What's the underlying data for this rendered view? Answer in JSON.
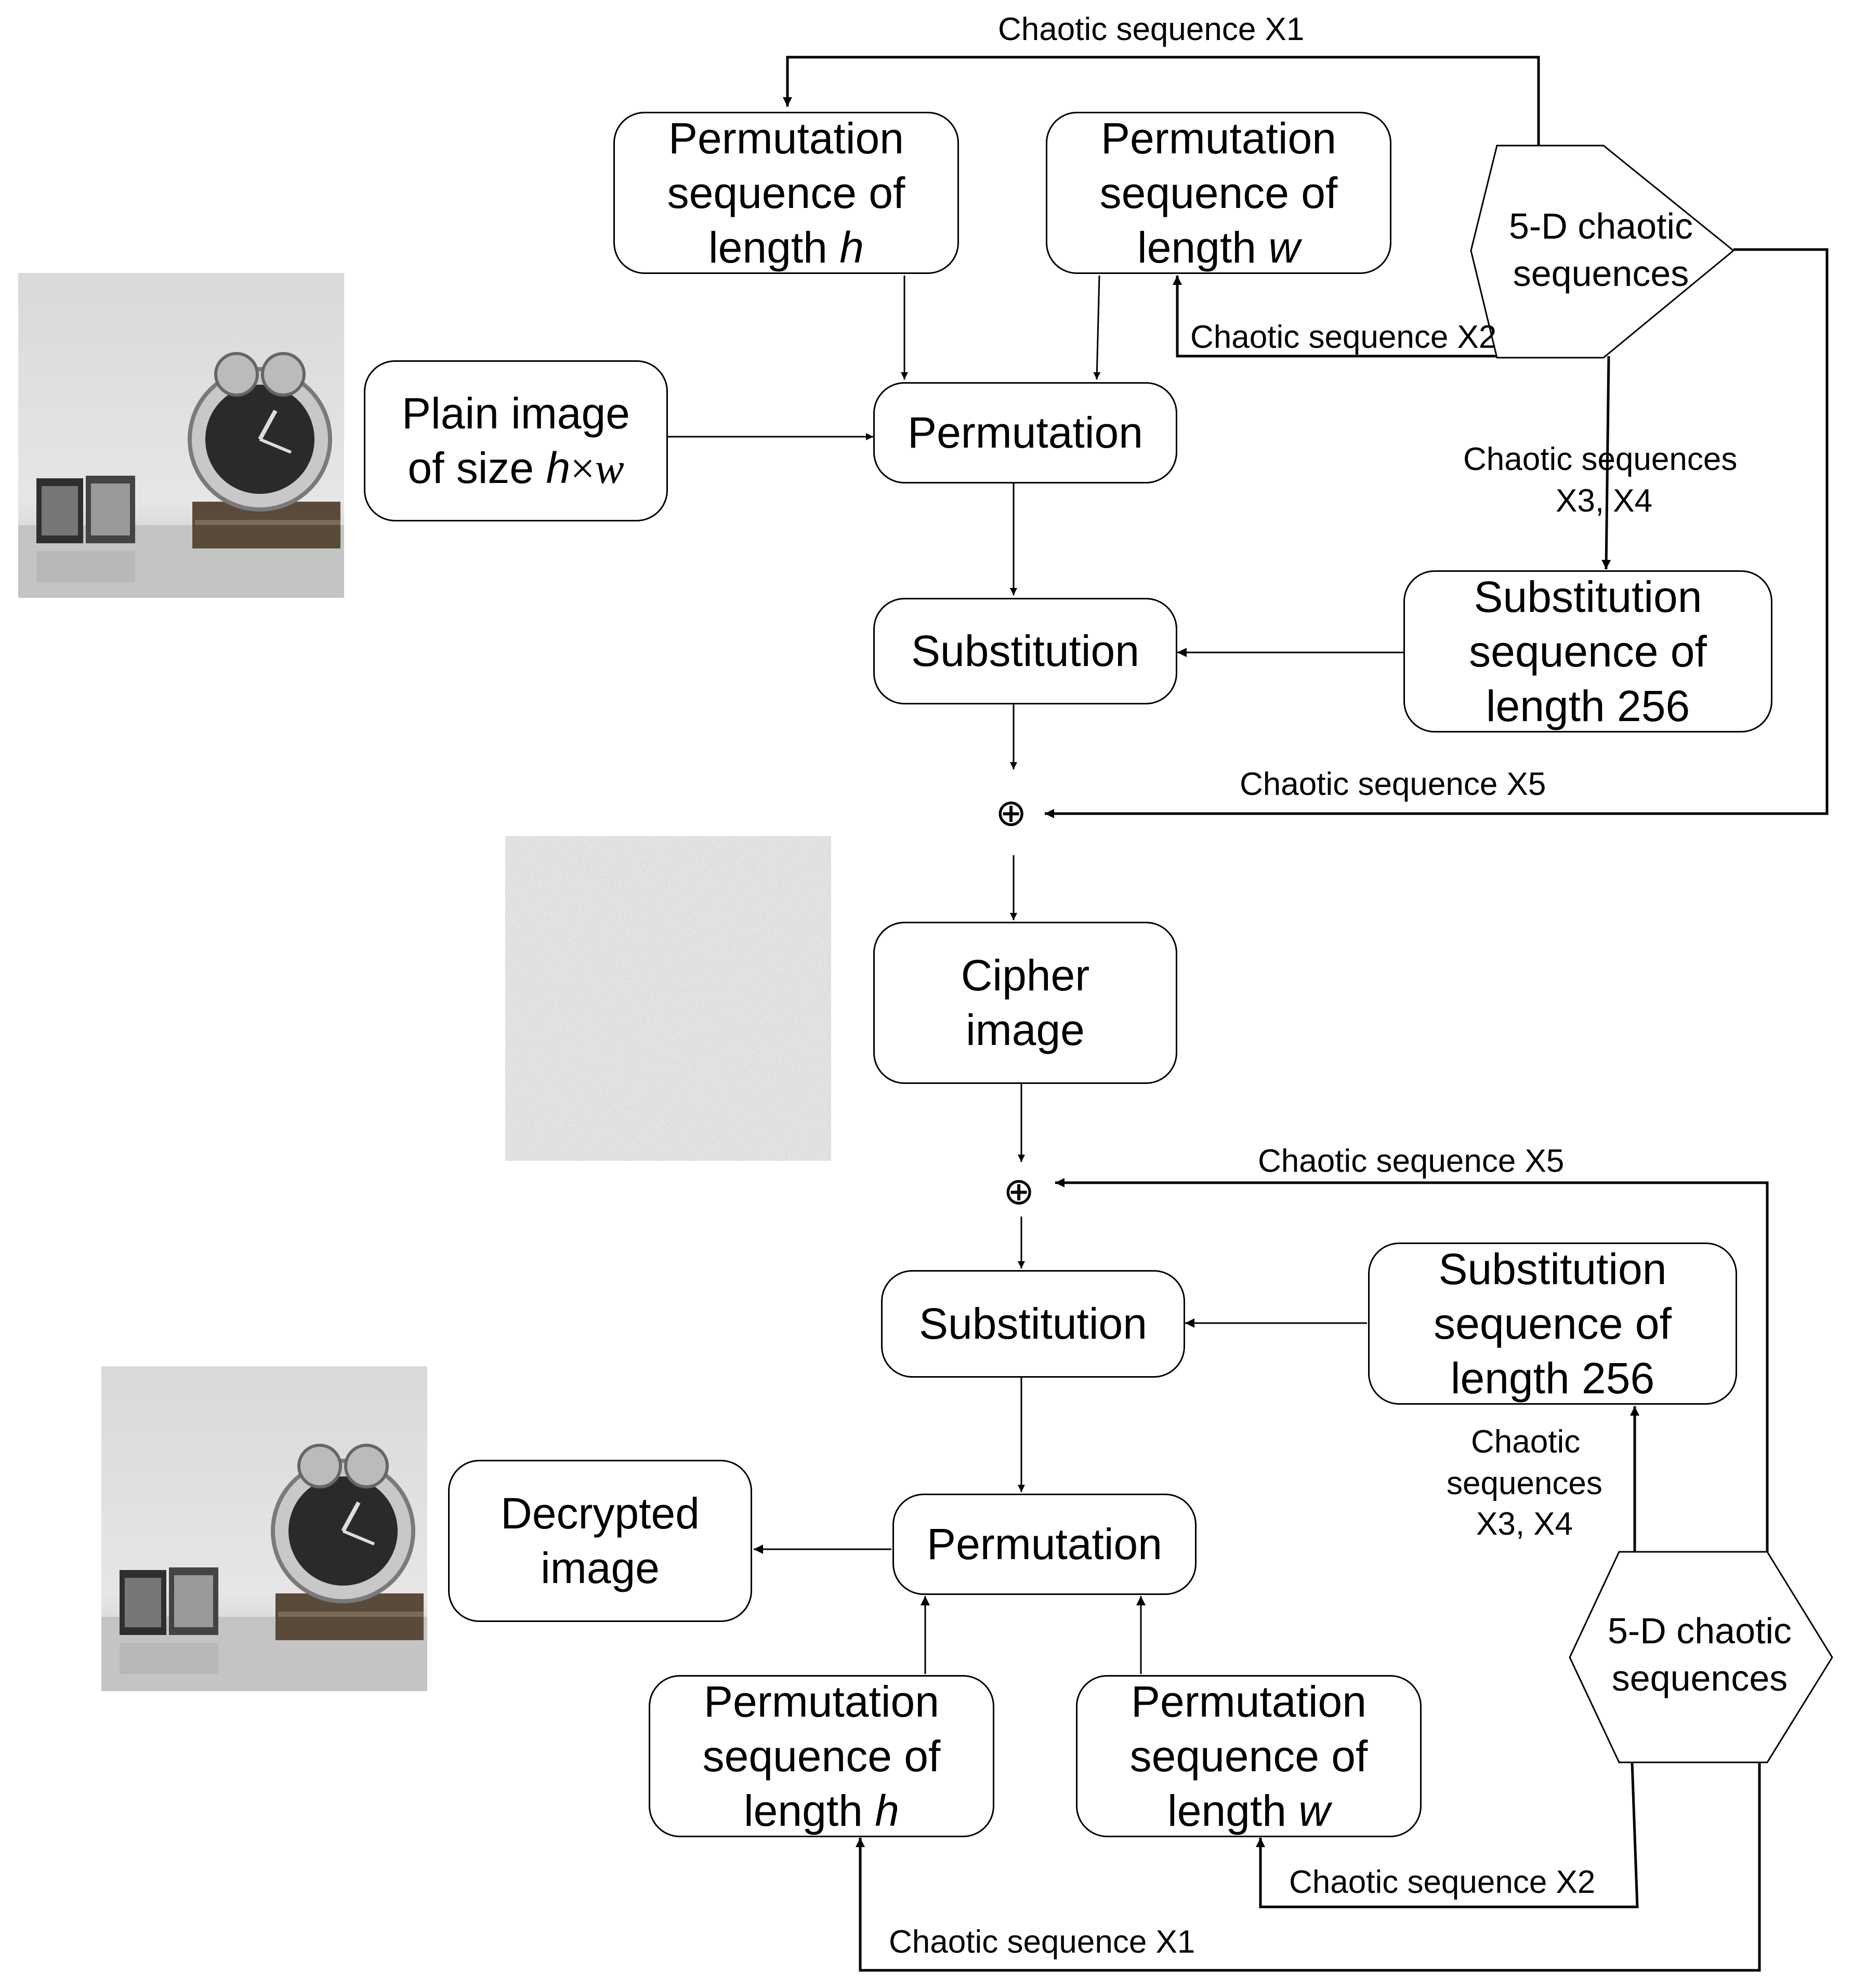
{
  "encryption": {
    "perm_h": {
      "l1": "Permutation",
      "l2": "sequence of",
      "l3": "length ",
      "var": "h"
    },
    "perm_w": {
      "l1": "Permutation",
      "l2": "sequence of",
      "l3": "length ",
      "var": "w"
    },
    "plain_image": {
      "l1": "Plain image",
      "l2": "of size ",
      "var_h": "h",
      "times": "×",
      "var_w": "w"
    },
    "permutation": "Permutation",
    "substitution": "Substitution",
    "subst_seq": {
      "l1": "Substitution",
      "l2": "sequence of",
      "l3": "length 256"
    },
    "xor": "⊕",
    "hexagon": {
      "l1": "5-D chaotic",
      "l2": "sequences"
    },
    "labels": {
      "x1": "Chaotic  sequence X1",
      "x2": "Chaotic sequence X2",
      "x34_l1": "Chaotic sequences",
      "x34_l2": "X3, X4",
      "x5": "Chaotic sequence X5"
    }
  },
  "cipher": {
    "l1": "Cipher",
    "l2": "image"
  },
  "decryption": {
    "xor": "⊕",
    "substitution": "Substitution",
    "subst_seq": {
      "l1": "Substitution",
      "l2": "sequence of",
      "l3": "length 256"
    },
    "permutation": "Permutation",
    "decrypted": {
      "l1": "Decrypted",
      "l2": "image"
    },
    "perm_h": {
      "l1": "Permutation",
      "l2": "sequence of",
      "l3": "length ",
      "var": "h"
    },
    "perm_w": {
      "l1": "Permutation",
      "l2": "sequence of",
      "l3": "length ",
      "var": "w"
    },
    "hexagon": {
      "l1": "5-D chaotic",
      "l2": "sequences"
    },
    "labels": {
      "x5": "Chaotic sequence X5",
      "x34_l1": "Chaotic",
      "x34_l2": "sequences",
      "x34_l3": "X3, X4",
      "x2": "Chaotic sequence X2",
      "x1": "Chaotic sequence X1"
    }
  },
  "images": {
    "plain_photo": "alarm-clock-photo",
    "cipher_photo": "noise-image",
    "decrypted_photo": "alarm-clock-photo"
  }
}
